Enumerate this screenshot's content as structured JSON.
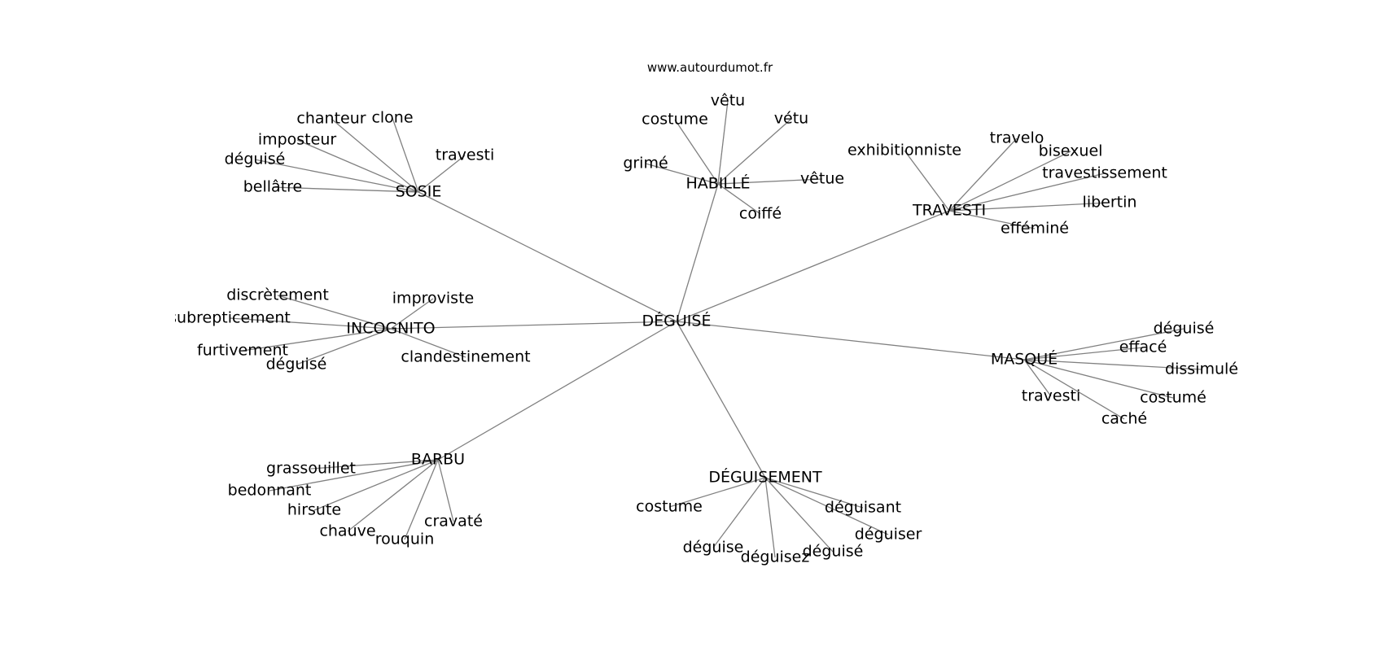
{
  "source": "www.autourdumot.fr",
  "center": "DÉGUISÉ",
  "clusters": [
    {
      "hub": "SOSIE",
      "words": [
        "chanteur",
        "clone",
        "imposteur",
        "déguisé",
        "travesti",
        "bellâtre"
      ]
    },
    {
      "hub": "HABILLÉ",
      "words": [
        "vêtu",
        "costume",
        "vétu",
        "grimé",
        "vêtue",
        "coiffé"
      ]
    },
    {
      "hub": "TRAVESTI",
      "words": [
        "exhibitionniste",
        "travelo",
        "bisexuel",
        "travestissement",
        "libertin",
        "efféminé"
      ]
    },
    {
      "hub": "INCOGNITO",
      "words": [
        "discrètement",
        "improviste",
        "subrepticement",
        "furtivement",
        "déguisé",
        "clandestinement"
      ]
    },
    {
      "hub": "MASQUÉ",
      "words": [
        "déguisé",
        "effacé",
        "dissimulé",
        "costumé",
        "travesti",
        "caché"
      ]
    },
    {
      "hub": "BARBU",
      "words": [
        "grassouillet",
        "bedonnant",
        "hirsute",
        "chauve",
        "rouquin",
        "cravaté"
      ]
    },
    {
      "hub": "DÉGUISEMENT",
      "words": [
        "costume",
        "déguisant",
        "déguiser",
        "déguise",
        "déguisez",
        "déguisé"
      ]
    }
  ]
}
